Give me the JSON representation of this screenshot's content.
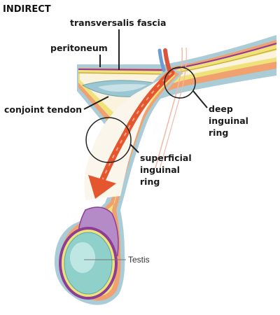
{
  "title": "INDIRECT",
  "labels": {
    "transversalis_fascia": "transversalis fascia",
    "peritoneum": "peritoneum",
    "conjoint_tendon": "conjoint tendon",
    "deep_ring_line1": "deep",
    "deep_ring_line2": "inguinal",
    "deep_ring_line3": "ring",
    "superficial_ring_line1": "superficial",
    "superficial_ring_line2": "inguinal",
    "superficial_ring_line3": "ring",
    "testis": "Testis"
  },
  "colors": {
    "peritoneum": "#8e3d97",
    "transversalis": "#e6d84a",
    "muscle": "#ef9a6a",
    "aponeurosis": "#9ac7d2",
    "lumen": "#f6f0e6",
    "arrow": "#e4572e",
    "testis": "#8fd0cb",
    "vessel_red": "#d9543b",
    "vessel_blue": "#6e9bd1"
  }
}
